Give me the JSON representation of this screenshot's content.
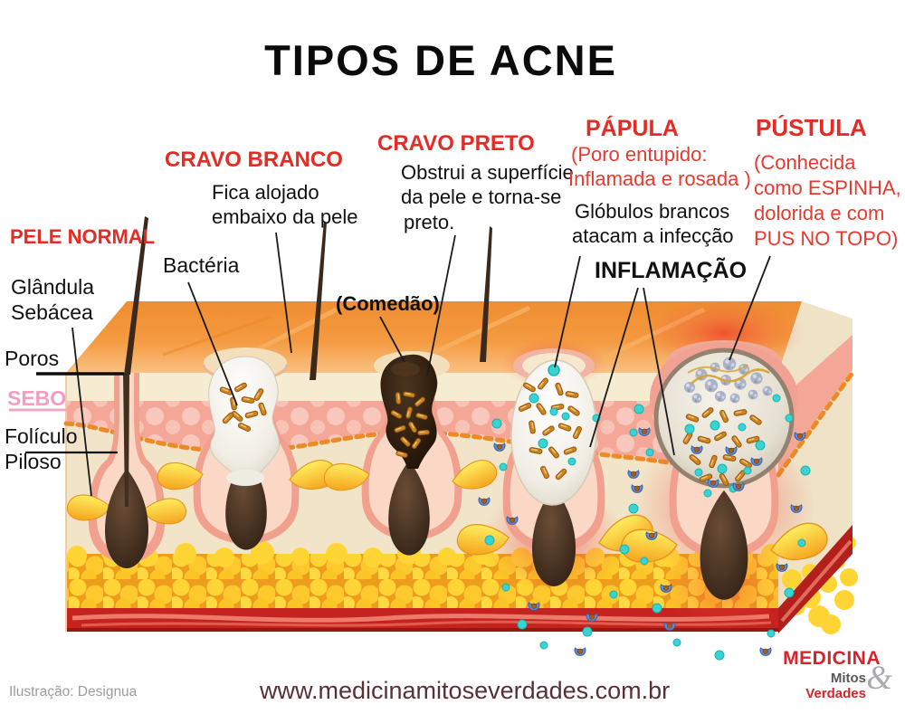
{
  "title": "TIPOS DE ACNE",
  "types": {
    "pele_normal": {
      "name": "PELE NORMAL"
    },
    "cravo_branco": {
      "name": "CRAVO BRANCO",
      "desc1": "Fica alojado",
      "desc2": "embaixo da pele"
    },
    "cravo_preto": {
      "name": "CRAVO PRETO",
      "desc1": "Obstrui a superfície",
      "desc2": "da pele e torna-se",
      "desc3": "preto."
    },
    "papula": {
      "name": "PÁPULA",
      "sub1": "(Poro entupido:",
      "sub2": "Inflamada e rosada )",
      "desc1": "Glóbulos brancos",
      "desc2": "atacam a infecção"
    },
    "pustula": {
      "name": "PÚSTULA",
      "sub1": "(Conhecida",
      "sub2": "como ESPINHA,",
      "sub3": "dolorida e com",
      "sub4": "PUS NO TOPO)"
    }
  },
  "anatomy": {
    "glandula_l1": "Glândula",
    "glandula_l2": "Sebácea",
    "poros": "Poros",
    "sebo": "SEBO",
    "foliculo_l1": "Folículo",
    "foliculo_l2": "Piloso",
    "bacteria": "Bactéria",
    "comedao": "(Comedão)",
    "inflamacao": "INFLAMAÇÃO"
  },
  "footer": {
    "credit": "Ilustração: Designua",
    "url": "www.medicinamitoseverdades.com.br",
    "logo_line1": "MEDICINA",
    "logo_line2": "Mitos",
    "logo_line3": "Verdades",
    "logo_amp": "&"
  },
  "colors": {
    "accent_red": "#e52b24",
    "sebo_pink": "#f09ec3",
    "url_maroon": "#5b2f36",
    "logo_red": "#d8232a",
    "logo_gray": "#58595b",
    "skin_orange": "#f49a40",
    "dermis_pink": "#f4a697",
    "fat_yellow": "#ffd435",
    "muscle_red": "#c5231f"
  }
}
